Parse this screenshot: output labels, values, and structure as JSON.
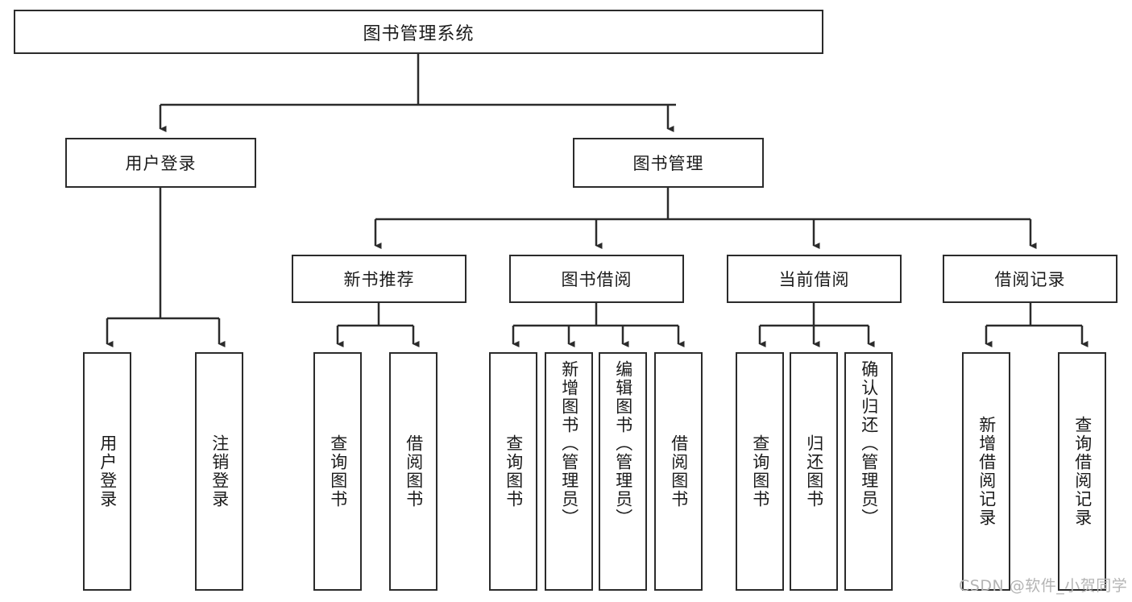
{
  "diagram": {
    "title": "图书管理系统",
    "type": "tree-hierarchy-diagram",
    "root": {
      "label": "图书管理系统"
    },
    "level2": [
      {
        "label": "用户登录"
      },
      {
        "label": "图书管理"
      }
    ],
    "level3": [
      {
        "label": "新书推荐"
      },
      {
        "label": "图书借阅"
      },
      {
        "label": "当前借阅"
      },
      {
        "label": "借阅记录"
      }
    ],
    "leaves": {
      "user_login": [
        {
          "label": "用户登录"
        },
        {
          "label": "注销登录"
        }
      ],
      "new_book_recommend": [
        {
          "label": "查询图书"
        },
        {
          "label": "借阅图书"
        }
      ],
      "book_borrow": [
        {
          "label": "查询图书"
        },
        {
          "label": "新增图书（管理员）"
        },
        {
          "label": "编辑图书（管理员）"
        },
        {
          "label": "借阅图书"
        }
      ],
      "current_borrow": [
        {
          "label": "查询图书"
        },
        {
          "label": "归还图书"
        },
        {
          "label": "确认归还（管理员）"
        }
      ],
      "borrow_record": [
        {
          "label": "新增借阅记录"
        },
        {
          "label": "查询借阅记录"
        }
      ]
    }
  },
  "watermark": {
    "text": "CSDN @软件_小贺同学"
  },
  "colors": {
    "stroke": "#2b2b2b",
    "text": "#1b1b1b",
    "background": "#ffffff",
    "watermark": "#b4b4b4"
  }
}
